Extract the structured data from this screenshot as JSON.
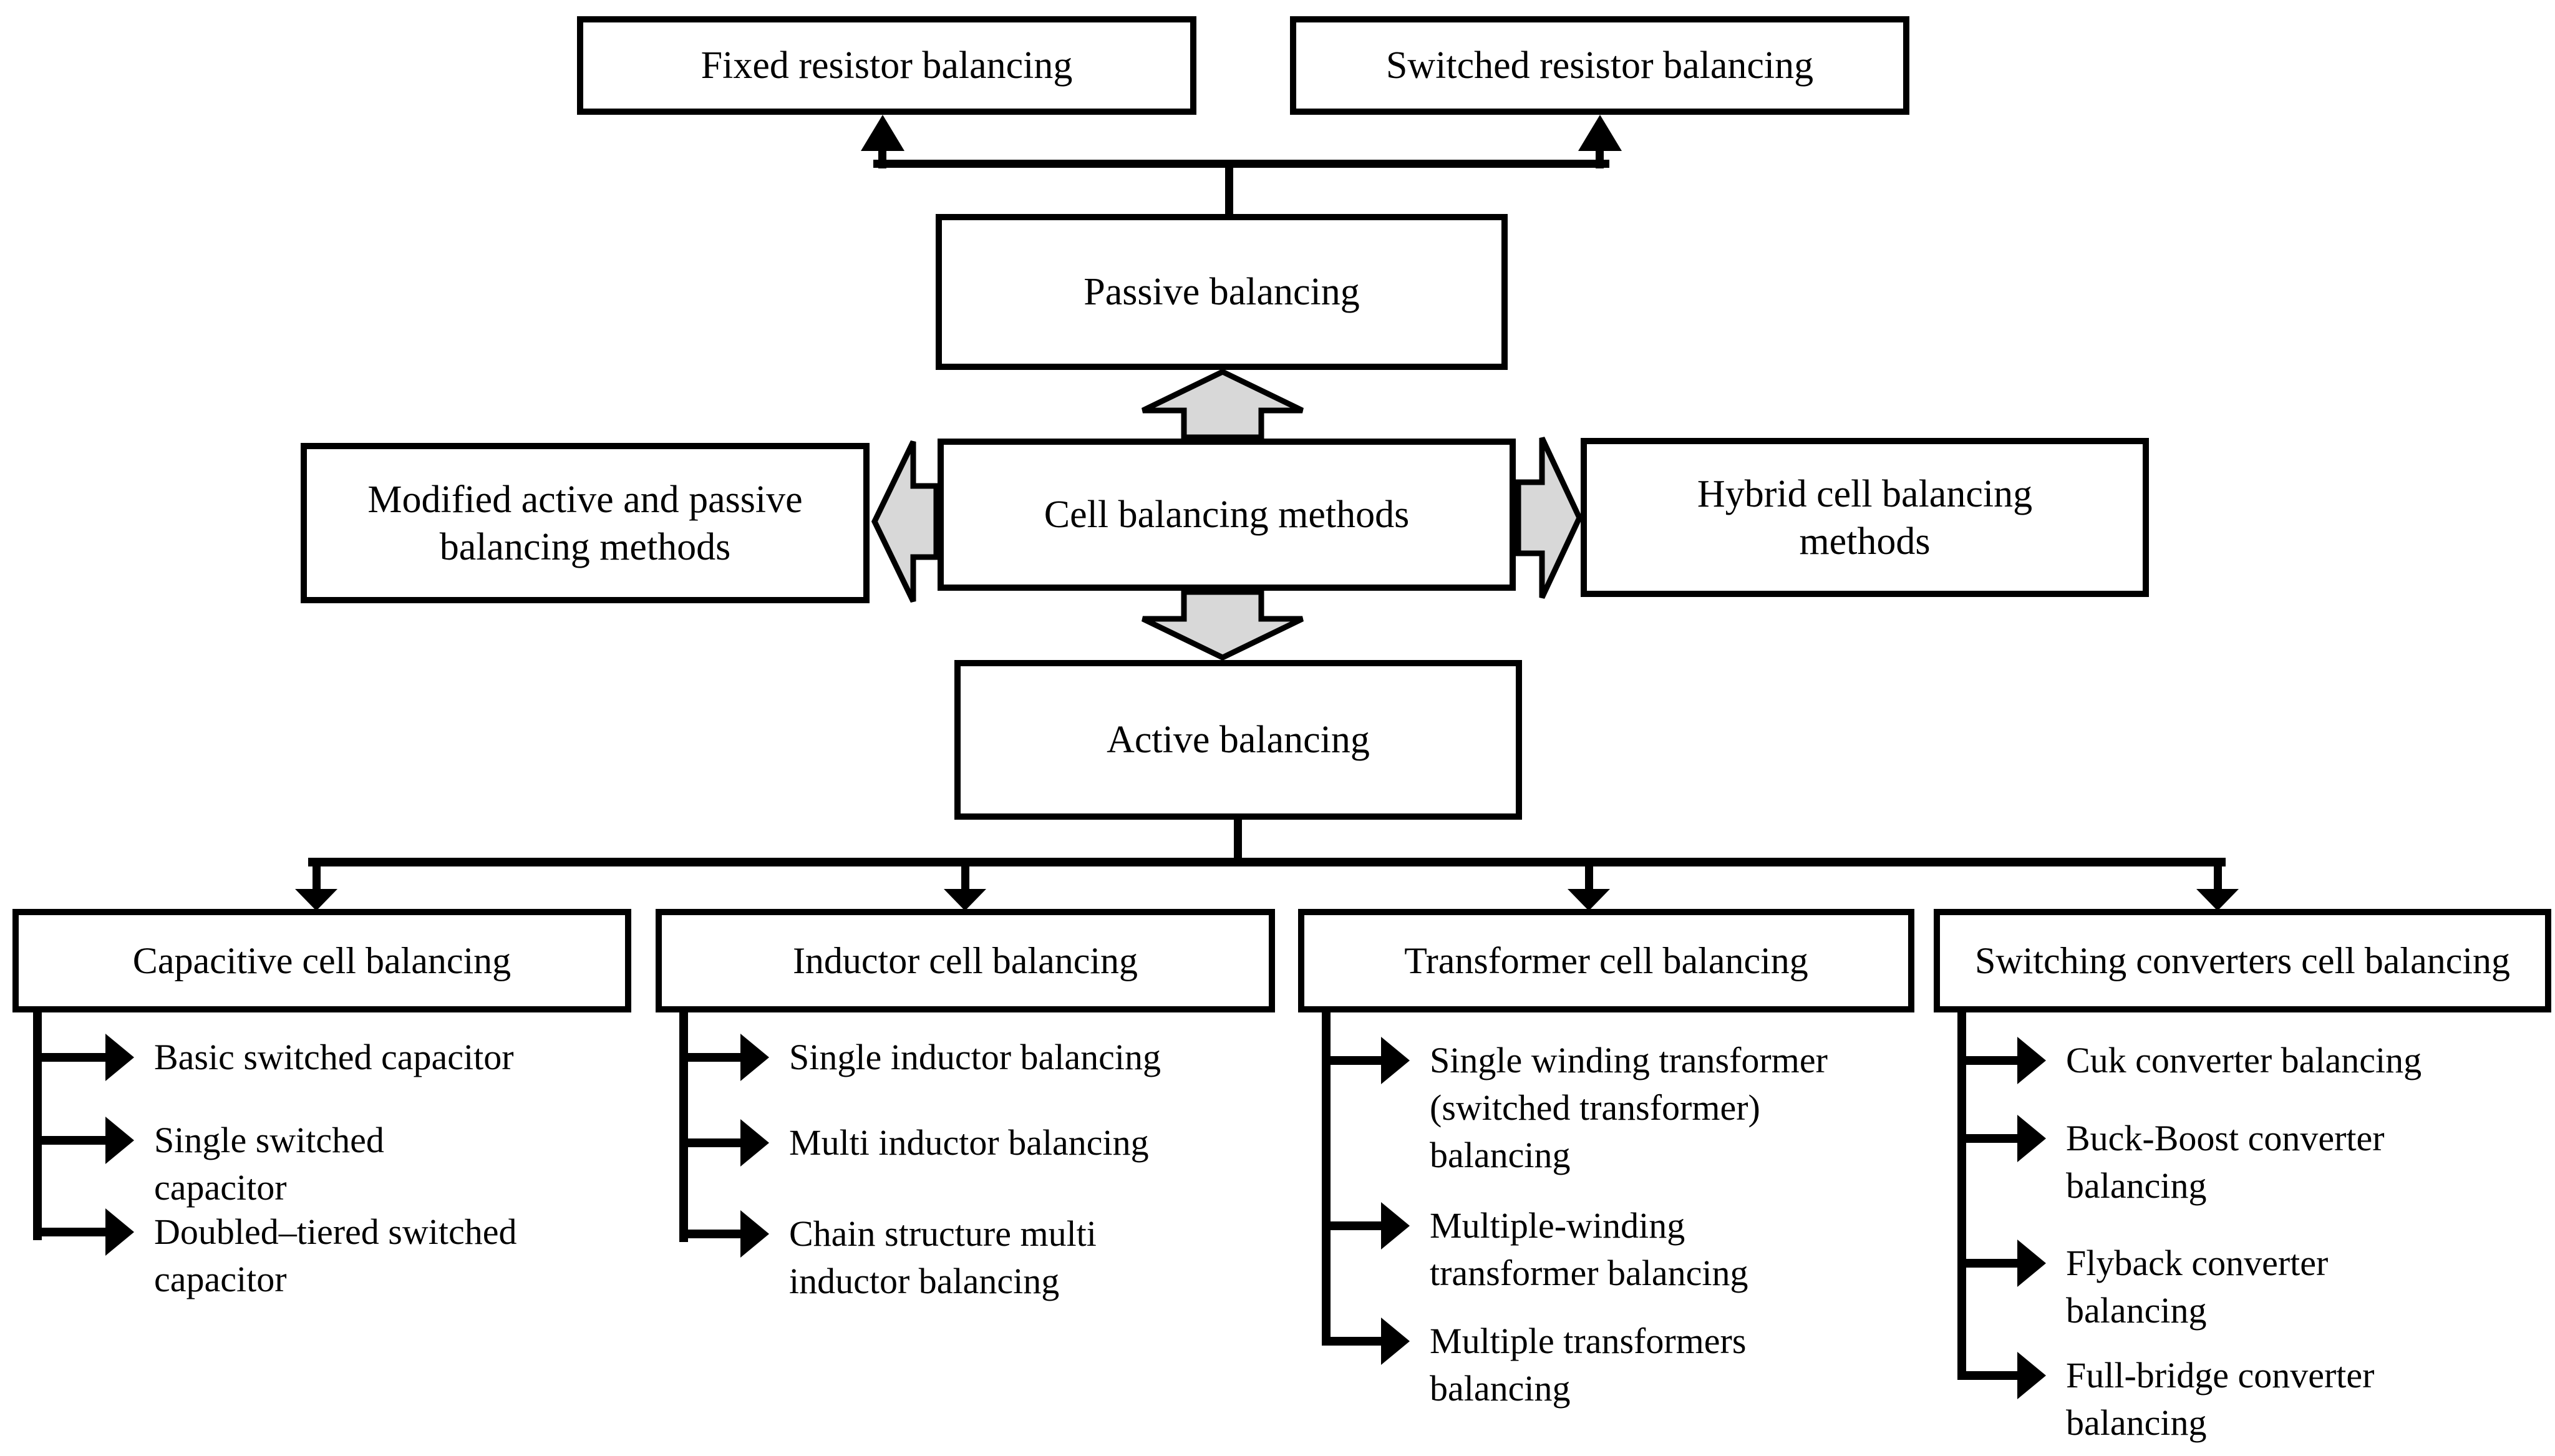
{
  "figure": {
    "background": "#ffffff",
    "line_color": "#000000",
    "block_arrow_fill": "#d8d8d8",
    "center_box": "Cell balancing methods",
    "passive_box": "Passive balancing",
    "passive_children": [
      "Fixed resistor balancing",
      "Switched resistor balancing"
    ],
    "left_box": "Modified active and passive\nbalancing methods",
    "right_box": "Hybrid cell balancing\nmethods",
    "active_box": "Active balancing",
    "branches": [
      {
        "title": "Capacitive cell balancing",
        "items": [
          "Basic switched capacitor",
          "Single switched\ncapacitor",
          "Doubled–tiered switched\ncapacitor"
        ]
      },
      {
        "title": "Inductor cell balancing",
        "items": [
          "Single inductor balancing",
          "Multi inductor balancing",
          "Chain structure multi\ninductor balancing"
        ]
      },
      {
        "title": "Transformer cell balancing",
        "items": [
          "Single winding transformer\n(switched transformer)\nbalancing",
          "Multiple-winding\ntransformer balancing",
          "Multiple transformers\nbalancing"
        ]
      },
      {
        "title": "Switching converters cell balancing",
        "items": [
          "Cuk converter balancing",
          "Buck-Boost converter\nbalancing",
          "Flyback converter\nbalancing",
          "Full-bridge converter\nbalancing"
        ]
      }
    ]
  }
}
